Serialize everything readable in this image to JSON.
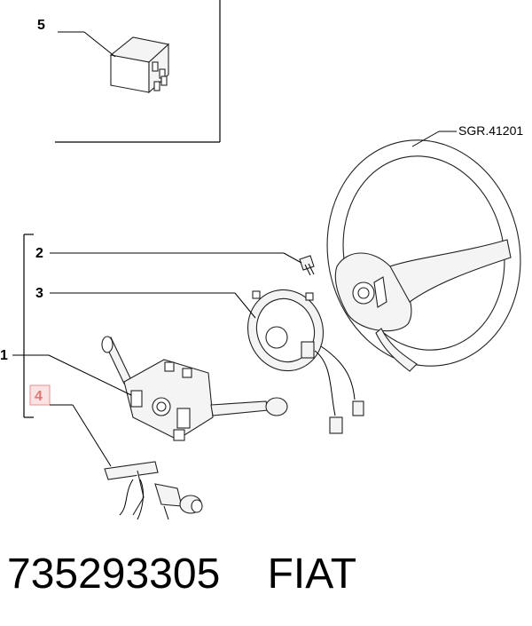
{
  "callouts": {
    "c1": "1",
    "c2": "2",
    "c3": "3",
    "c4": "4",
    "c5": "5"
  },
  "reference": "SGR.41201",
  "footer": {
    "part_number": "735293305",
    "brand": "FIAT"
  },
  "colors": {
    "highlight_border": "#e8a0a0",
    "highlight_fill": "#fbe3e3",
    "highlight_text": "#e07777"
  }
}
